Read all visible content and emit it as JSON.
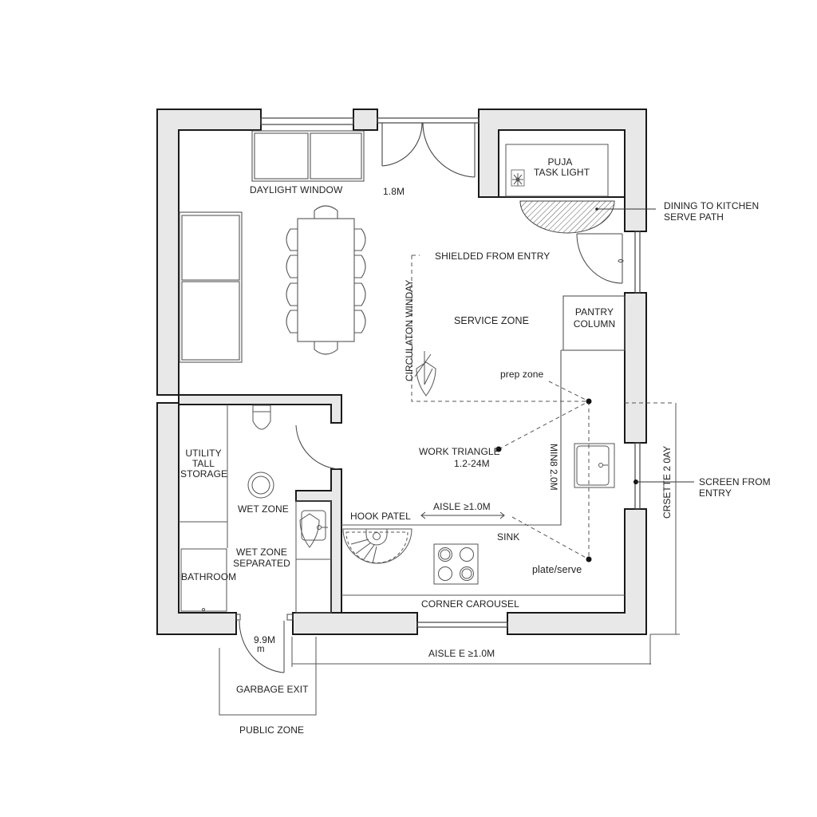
{
  "plan": {
    "colors": {
      "wall_fill": "#e8e8e8",
      "wall_stroke": "#1a1a1a",
      "line": "#444444",
      "background": "#ffffff"
    },
    "labels": {
      "daylight_window": "DAYLIGHT WINDOW",
      "door_width": "1.8M",
      "puja_line1": "PUJA",
      "puja_line2": "TASK LIGHT",
      "serve_path_line1": "DINING TO KITCHEN",
      "serve_path_line2": "SERVE PATH",
      "shielded": "SHIELDED FROM ENTRY",
      "circulation": "CIRCULATON WINDAY",
      "service_zone": "SERVICE ZONE",
      "pantry_line1": "PANTRY",
      "pantry_line2": "COLUMN",
      "prep_zone": "prep zone",
      "work_triangle_line1": "WORK TRIANGLE",
      "work_triangle_line2": "1.2-24M",
      "counter_dim": "MIN8 2.0M",
      "utility_line1": "UTILITY",
      "utility_line2": "TALL",
      "utility_line3": "STORAGE",
      "wet_zone": "WET ZONE",
      "wet_zone_sep_line1": "WET ZONE",
      "wet_zone_sep_line2": "SEPARATED",
      "bathroom": "BATHROOM",
      "hook_panel": "HOOK PATEL",
      "aisle_inner": "AISLE ≥1.0M",
      "sink": "SINK",
      "plate_serve": "plate/serve",
      "corner_carousel": "CORNER CAROUSEL",
      "screen_line1": "SCREEN FROM",
      "screen_line2": "ENTRY",
      "right_dim": "CRSETTE 2 0AY",
      "exit_dim_line1": "9.9M",
      "exit_dim_line2": "m",
      "garbage_exit": "GARBAGE EXIT",
      "aisle_outer": "AISLE E ≥1.0M",
      "public_zone": "PUBLIC ZONE"
    },
    "icons": [
      "puja-lamp-icon",
      "shield-icon",
      "toilet-icon",
      "floor-drain-icon",
      "wash-basin-icon",
      "sink-icon",
      "cooktop-icon",
      "corner-carousel-icon",
      "dining-table-icon",
      "sofa-icon"
    ]
  }
}
